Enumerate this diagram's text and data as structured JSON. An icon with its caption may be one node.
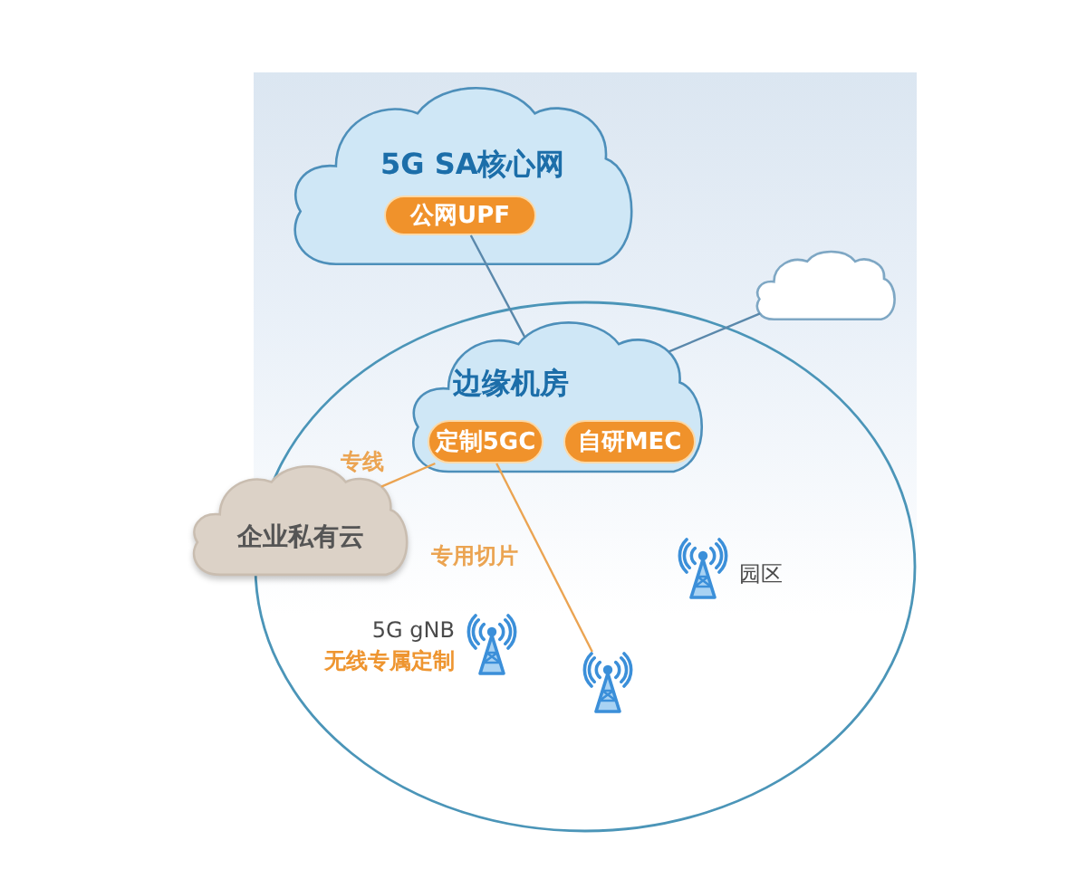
{
  "diagram": {
    "nodes": [
      {
        "text": [
          "5G SA核心网"
        ]
      },
      {
        "text": [
          "公网UPF"
        ],
        "in": 0
      },
      {
        "text": [],
        "shape": "cloud"
      },
      {
        "text": [
          "边缘机房"
        ]
      },
      {
        "text": [
          "定制5GC"
        ],
        "in": 3
      },
      {
        "text": [
          "自研MEC"
        ],
        "in": 3
      },
      {
        "text": [
          "企业私有云"
        ]
      },
      {
        "text": [],
        "shape": "picture",
        "beside": [
          "园区"
        ]
      },
      {
        "text": [],
        "shape": "picture",
        "beside": [
          "5G gNB",
          "无线专属定制"
        ]
      },
      {
        "text": [],
        "shape": "picture"
      }
    ],
    "edges": [
      {
        "from": 1,
        "to": 3,
        "arrow": "none"
      },
      {
        "from": 3,
        "to": 2,
        "arrow": "none"
      },
      {
        "from": 4,
        "to": 6,
        "arrow": "none",
        "label": "专线",
        "color": "#eba452"
      },
      {
        "from": 4,
        "to": 9,
        "arrow": "none",
        "label": "专用切片",
        "color": "#eba452"
      }
    ]
  }
}
